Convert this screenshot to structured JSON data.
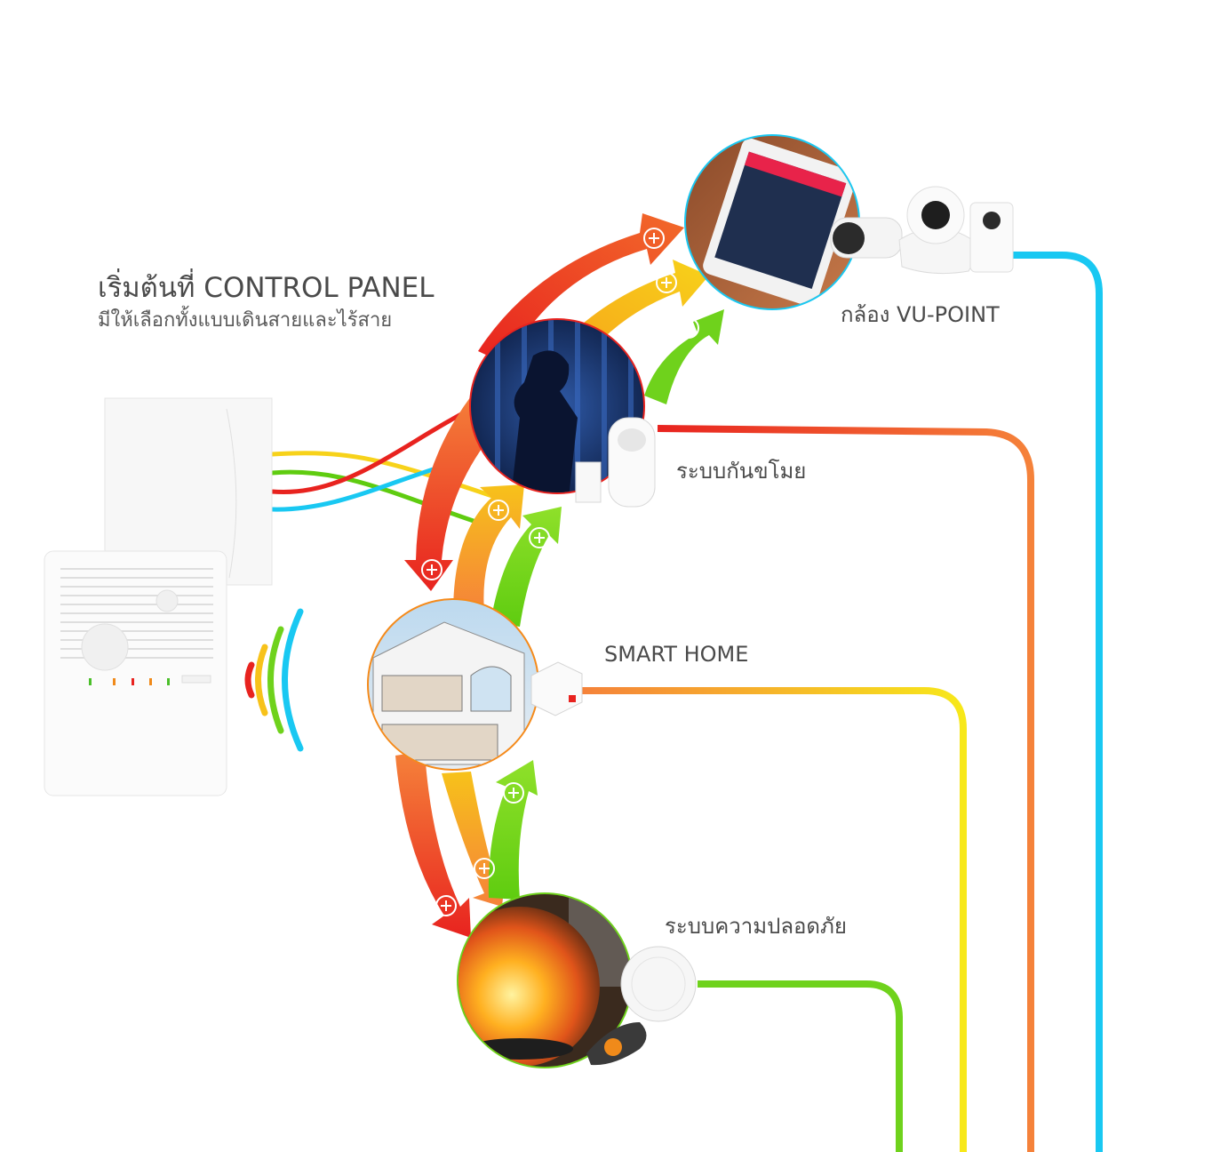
{
  "header": {
    "title": "เริ่มต้นที่ CONTROL PANEL",
    "subtitle": "มีให้เลือกทั้งแบบเดินสายและไร้สาย"
  },
  "nodes": {
    "camera": {
      "label": "กล้อง VU-POINT"
    },
    "intrusion": {
      "label": "ระบบกันขโมย"
    },
    "smart_home": {
      "label": "SMART HOME"
    },
    "safety": {
      "label": "ระบบความปลอดภัย"
    }
  },
  "colors": {
    "red": "#e8231f",
    "orange": "#f5823a",
    "yellow": "#f7e81a",
    "green": "#6fd21c",
    "cyan": "#19c8f2",
    "text": "#4a4a4a"
  },
  "icons": {
    "plus": "plus-circle-icon",
    "wireless": "wireless-signal-icon"
  }
}
